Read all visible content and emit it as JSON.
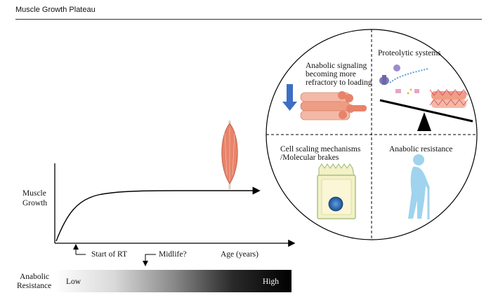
{
  "header": {
    "title": "Muscle Growth Plateau"
  },
  "graph": {
    "y_label_line1": "Muscle",
    "y_label_line2": "Growth",
    "x_label": "Age (years)",
    "marker_start": "Start of RT",
    "marker_midlife": "Midlife?"
  },
  "scale": {
    "label_line1": "Anabolic",
    "label_line2": "Resistance",
    "low": "Low",
    "high": "High"
  },
  "quadrants": {
    "top_left": [
      "Anabolic signaling",
      "becoming more",
      "refractory to loading"
    ],
    "top_right": "Proteolytic systems",
    "bottom_left": [
      "Cell scaling mechanisms",
      "/Molecular brakes"
    ],
    "bottom_right": "Anabolic resistance"
  },
  "colors": {
    "muscle": "#e8836a",
    "muscle_light": "#f3b9a6",
    "arrow_blue": "#3c6fc4",
    "elder_blue": "#9fd3ee",
    "cell_fill": "#f2f1c8",
    "nucleus": "#2b63a8"
  }
}
